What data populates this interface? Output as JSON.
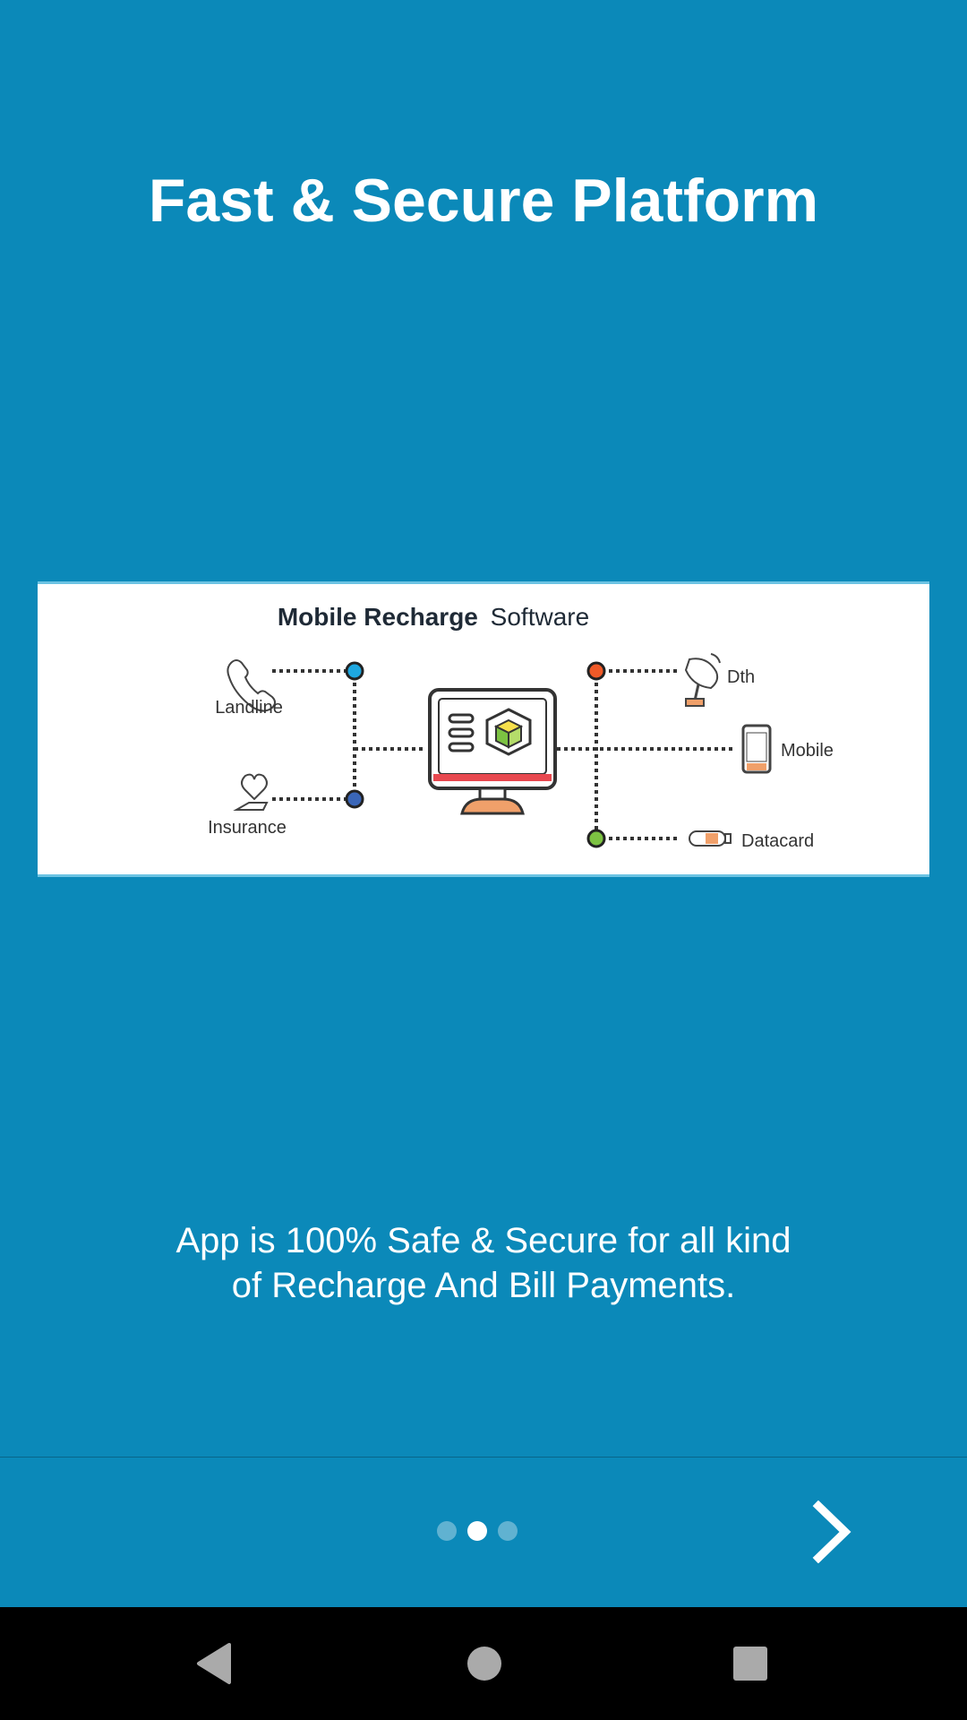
{
  "onboarding": {
    "title": "Fast & Secure Platform",
    "description_line1": "App is 100% Safe & Secure for all kind",
    "description_line2": "of Recharge And Bill Payments.",
    "pages_total": 3,
    "current_page": 2
  },
  "illustration": {
    "heading_bold": "Mobile Recharge",
    "heading_regular": "Software",
    "labels": {
      "landline": "Landline",
      "insurance": "Insurance",
      "dth": "Dth",
      "mobile": "Mobile",
      "datacard": "Datacard"
    }
  },
  "icons": {
    "next": "chevron-right-icon",
    "back": "back-triangle-icon",
    "home": "home-circle-icon",
    "recent": "recent-square-icon"
  },
  "colors": {
    "background": "#0b89b9",
    "accent_blue_node": "#1ea7e0",
    "accent_orange_node": "#f05a28",
    "accent_green_node": "#7cc242",
    "accent_darkblue_node": "#3a66b8"
  }
}
